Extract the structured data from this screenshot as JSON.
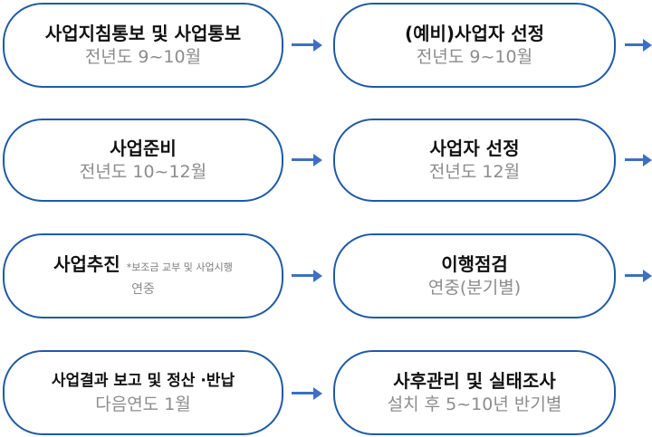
{
  "steps": [
    {
      "title": "사업지침통보 및 사업통보",
      "sub": "전년도 9~10월"
    },
    {
      "title": "(예비)사업자 선정",
      "sub": "전년도 9~10월"
    },
    {
      "title": "사업준비",
      "sub": "전년도 10~12월"
    },
    {
      "title": "사업자 선정",
      "sub": "전년도 12월"
    },
    {
      "title": "사업추진",
      "note": "*보조금 교부 및 사업시행",
      "sub": "연중"
    },
    {
      "title": "이행점검",
      "sub": "연중(분기별)"
    },
    {
      "title": "사업결과 보고 및 정산 ·반납",
      "sub": "다음연도 1월"
    },
    {
      "title": "사후관리 및 실태조사",
      "sub": "설치 후 5~10년 반기별"
    }
  ],
  "colors": {
    "border": "#1f5aa6",
    "arrow": "#3f6fc2",
    "title": "#111111",
    "sub": "#8c8c8c"
  }
}
